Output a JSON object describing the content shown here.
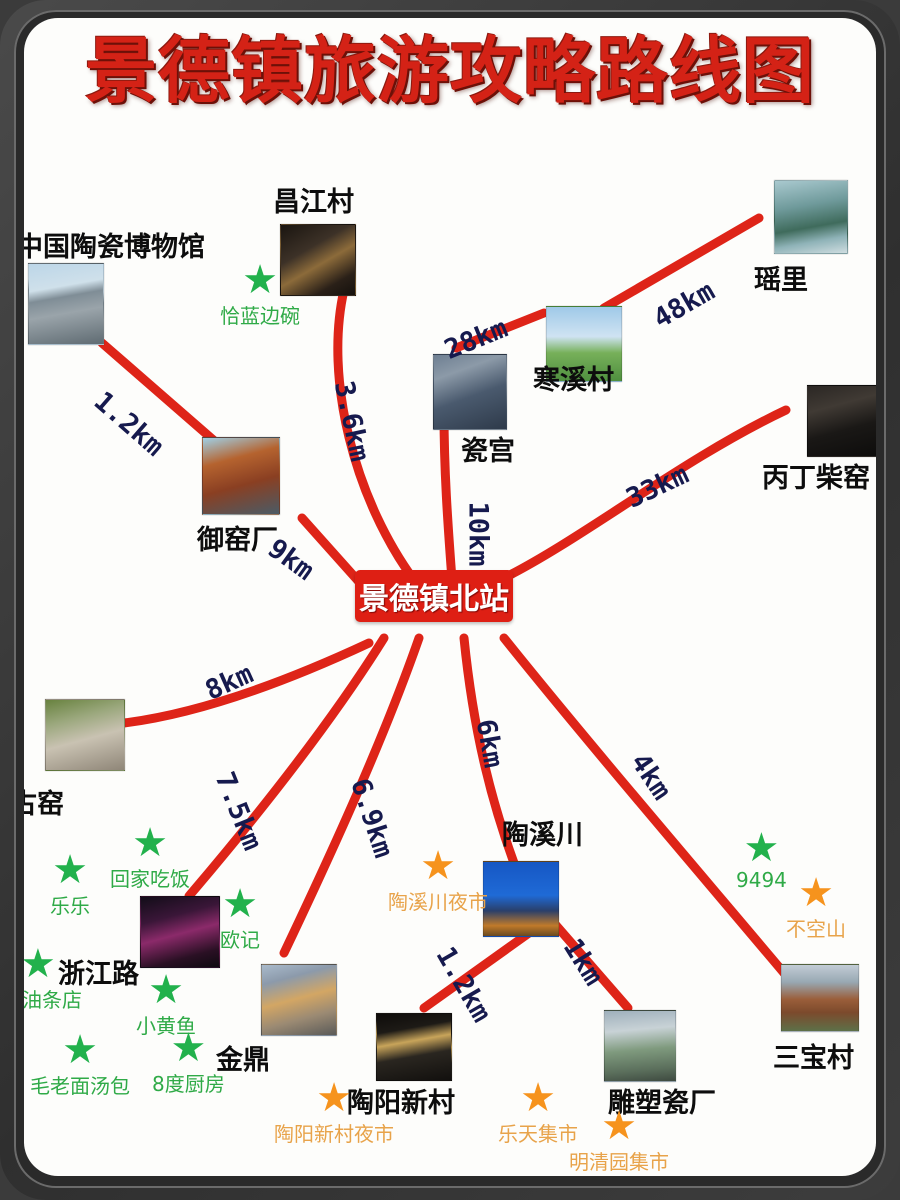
{
  "title": "景德镇旅游攻略路线图",
  "hub": {
    "label": "景德镇北站"
  },
  "colors": {
    "route": "#de2418",
    "title": "#d42216",
    "hub_bg": "#de1f14",
    "distance_text": "#161a4e",
    "green_star": "#22b14c",
    "orange_star": "#f6931d",
    "frame": "#3b3b3b"
  },
  "places": [
    {
      "name": "中国陶瓷博物馆",
      "thumb": "ceramic-museum-photo"
    },
    {
      "name": "昌江村",
      "thumb": "changjiang-village-photo"
    },
    {
      "name": "瑶里",
      "thumb": "yaoli-photo"
    },
    {
      "name": "寒溪村",
      "thumb": "hanxi-village-photo"
    },
    {
      "name": "瓷宫",
      "thumb": "ci-palace-photo"
    },
    {
      "name": "丙丁柴窑",
      "thumb": "bingding-kiln-photo"
    },
    {
      "name": "御窑厂",
      "thumb": "imperial-kiln-photo"
    },
    {
      "name": "古窑",
      "thumb": "ancient-kiln-photo",
      "clipped": true
    },
    {
      "name": "浙江路",
      "thumb": "zhejiang-road-photo"
    },
    {
      "name": "金鼎",
      "thumb": "jinding-photo"
    },
    {
      "name": "陶溪川",
      "thumb": "taoxichuan-photo"
    },
    {
      "name": "陶阳新村",
      "thumb": "taoyang-village-photo"
    },
    {
      "name": "雕塑瓷厂",
      "thumb": "sculpture-factory-photo"
    },
    {
      "name": "三宝村",
      "thumb": "sanbao-village-photo"
    }
  ],
  "distances": [
    {
      "label": "1.2km",
      "from": "中国陶瓷博物馆",
      "to": "御窑厂"
    },
    {
      "label": "3.6km",
      "from": "昌江村",
      "to": "景德镇北站"
    },
    {
      "label": "28km",
      "from": "瓷宫",
      "to": "寒溪村"
    },
    {
      "label": "48km",
      "from": "寒溪村",
      "to": "瑶里"
    },
    {
      "label": "10km",
      "from": "景德镇北站",
      "to": "瓷宫"
    },
    {
      "label": "33km",
      "from": "景德镇北站",
      "to": "丙丁柴窑"
    },
    {
      "label": "9km",
      "from": "御窑厂",
      "to": "景德镇北站"
    },
    {
      "label": "8km",
      "from": "古窑",
      "to": "景德镇北站"
    },
    {
      "label": "7.5km",
      "from": "浙江路",
      "to": "景德镇北站"
    },
    {
      "label": "6.9km",
      "from": "金鼎",
      "to": "景德镇北站"
    },
    {
      "label": "6km",
      "from": "陶溪川",
      "to": "景德镇北站"
    },
    {
      "label": "4km",
      "from": "三宝村",
      "to": "景德镇北站"
    },
    {
      "label": "1.2km",
      "from": "陶阳新村",
      "to": "陶溪川"
    },
    {
      "label": "1km",
      "from": "雕塑瓷厂",
      "to": "陶溪川"
    }
  ],
  "pois": [
    {
      "name": "恰蓝边碗",
      "marker": "green-star"
    },
    {
      "name": "回家吃饭",
      "marker": "green-star"
    },
    {
      "name": "乐乐",
      "marker": "green-star"
    },
    {
      "name": "欧记",
      "marker": "green-star"
    },
    {
      "name": "酱油条店",
      "marker": "green-star",
      "clipped": true
    },
    {
      "name": "小黄鱼",
      "marker": "green-star"
    },
    {
      "name": "毛老面汤包",
      "marker": "green-star"
    },
    {
      "name": "8度厨房",
      "marker": "green-star"
    },
    {
      "name": "9494",
      "marker": "green-star"
    },
    {
      "name": "陶溪川夜市",
      "marker": "orange-star"
    },
    {
      "name": "陶阳新村夜市",
      "marker": "orange-star"
    },
    {
      "name": "乐天集市",
      "marker": "orange-star"
    },
    {
      "name": "明清园集市",
      "marker": "orange-star"
    },
    {
      "name": "不空山",
      "marker": "orange-star"
    }
  ]
}
